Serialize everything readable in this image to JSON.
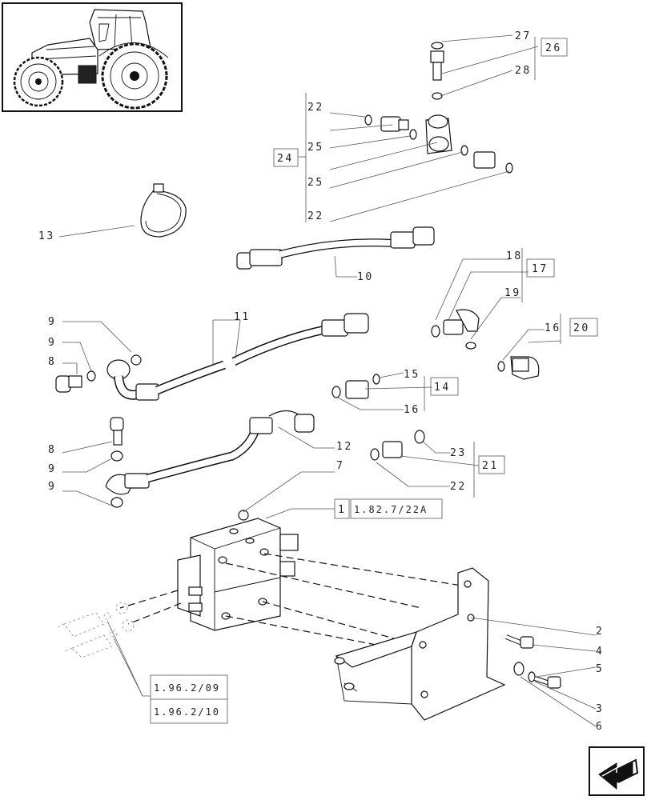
{
  "callouts": [
    {
      "id": "c27",
      "text": "27"
    },
    {
      "id": "c26",
      "text": "26"
    },
    {
      "id": "c28",
      "text": "28"
    },
    {
      "id": "c22a",
      "text": "22"
    },
    {
      "id": "c25a",
      "text": "25"
    },
    {
      "id": "c24",
      "text": "24"
    },
    {
      "id": "c25b",
      "text": "25"
    },
    {
      "id": "c22b",
      "text": "22"
    },
    {
      "id": "c13",
      "text": "13"
    },
    {
      "id": "c10",
      "text": "10"
    },
    {
      "id": "c18",
      "text": "18"
    },
    {
      "id": "c17",
      "text": "17"
    },
    {
      "id": "c19",
      "text": "19"
    },
    {
      "id": "c16a",
      "text": "16"
    },
    {
      "id": "c20",
      "text": "20"
    },
    {
      "id": "c11",
      "text": "11"
    },
    {
      "id": "c9a",
      "text": "9"
    },
    {
      "id": "c9b",
      "text": "9"
    },
    {
      "id": "c8a",
      "text": "8"
    },
    {
      "id": "c15",
      "text": "15"
    },
    {
      "id": "c14",
      "text": "14"
    },
    {
      "id": "c16b",
      "text": "16"
    },
    {
      "id": "c8b",
      "text": "8"
    },
    {
      "id": "c12",
      "text": "12"
    },
    {
      "id": "c23",
      "text": "23"
    },
    {
      "id": "c9c",
      "text": "9"
    },
    {
      "id": "c7",
      "text": "7"
    },
    {
      "id": "c21",
      "text": "21"
    },
    {
      "id": "c22c",
      "text": "22"
    },
    {
      "id": "c9d",
      "text": "9"
    },
    {
      "id": "c1",
      "text": "1"
    },
    {
      "id": "c2",
      "text": "2"
    },
    {
      "id": "c4",
      "text": "4"
    },
    {
      "id": "c5",
      "text": "5"
    },
    {
      "id": "c3",
      "text": "3"
    },
    {
      "id": "c6",
      "text": "6"
    }
  ],
  "references": {
    "valve_ref": "1.82.7/22A",
    "ref_a": "1.96.2/09",
    "ref_b": "1.96.2/10"
  },
  "thumbnail": {
    "icon": "tractor-icon"
  },
  "navigation": {
    "icon": "next-page-arrow-icon"
  }
}
